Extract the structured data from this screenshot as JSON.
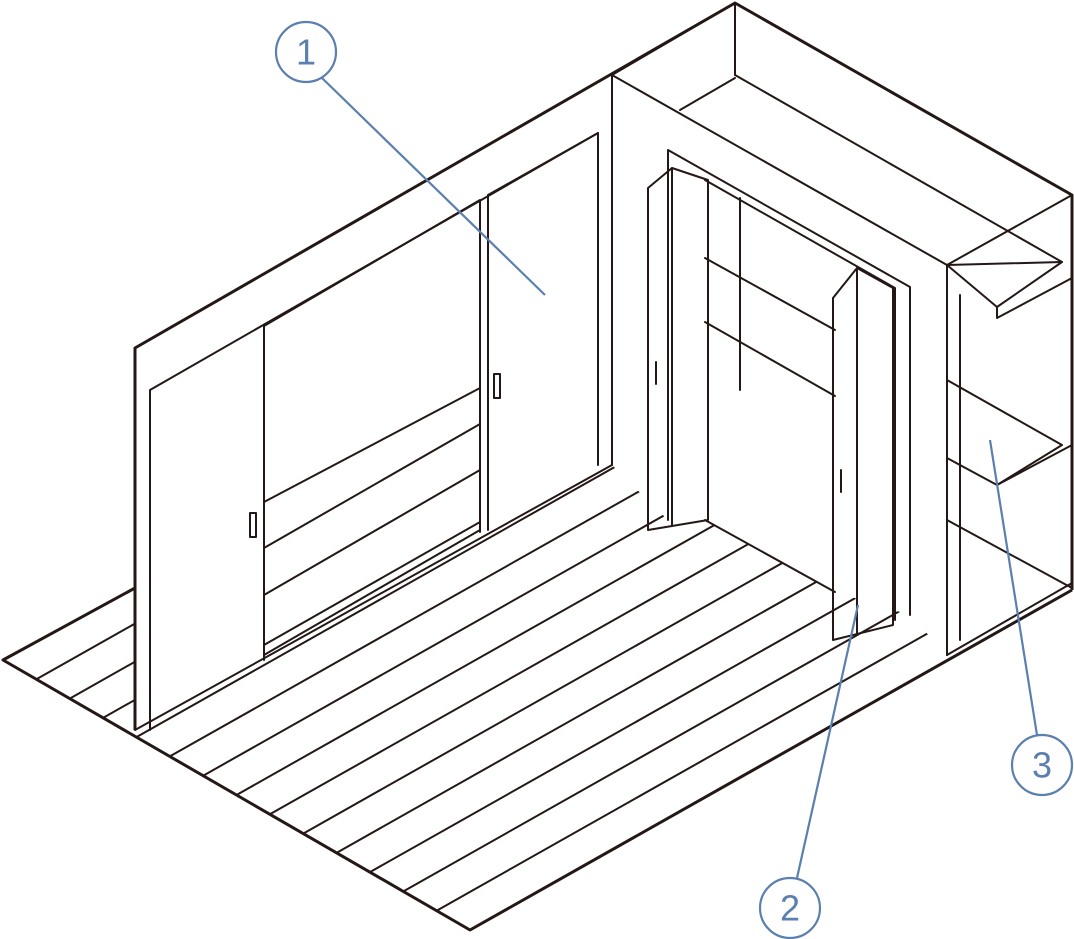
{
  "callouts": [
    {
      "label": "1",
      "target": "sliding-doors"
    },
    {
      "label": "2",
      "target": "folding-doors"
    },
    {
      "label": "3",
      "target": "open-shelves"
    }
  ],
  "colors": {
    "line": "#231815",
    "callout": "#5b7fae",
    "background": "#ffffff"
  }
}
